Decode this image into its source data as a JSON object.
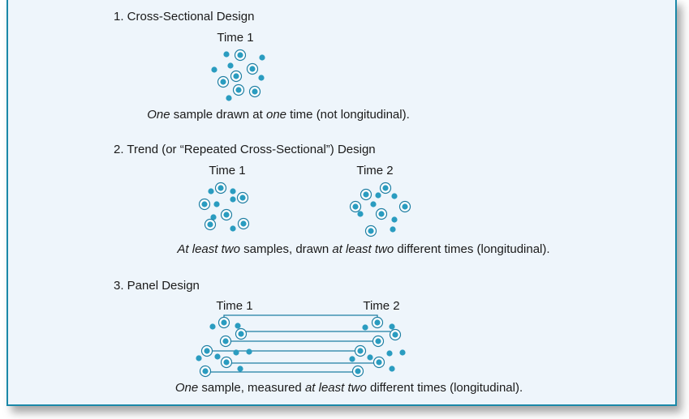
{
  "colors": {
    "dot": "#2a9cc0",
    "ring": "#1f7fa3",
    "line": "#1f7fa3",
    "border": "#1a88a8",
    "background": "#eef5fb"
  },
  "sections": [
    {
      "heading": "1. Cross-Sectional Design",
      "times": [
        "Time 1"
      ],
      "caption": {
        "i1": "One",
        "t1": " sample drawn at ",
        "i2": "one",
        "t2": " time (not longitudinal)."
      }
    },
    {
      "heading": "2. Trend (or “Repeated Cross-Sectional”) Design",
      "times": [
        "Time 1",
        "Time 2"
      ],
      "caption": {
        "i1": "At least two",
        "t1": " samples, drawn ",
        "i2": "at least two",
        "t2": " different times (longitudinal)."
      }
    },
    {
      "heading": "3. Panel Design",
      "times": [
        "Time 1",
        "Time 2"
      ],
      "caption": {
        "i1": "One",
        "t1": " sample, measured ",
        "i2": "at least two",
        "t2": " different times (longitudinal)."
      }
    }
  ]
}
